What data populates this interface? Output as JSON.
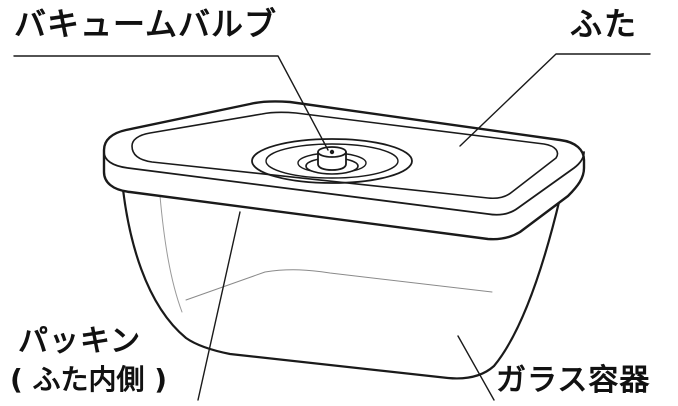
{
  "labels": {
    "vacuum_valve": "バキュームバルブ",
    "lid": "ふた",
    "gasket_line1": "パッキン",
    "gasket_line2": "( ふた内側 )",
    "glass_container": "ガラス容器"
  },
  "colors": {
    "line": "#1a1a1a",
    "text": "#111111",
    "background": "#ffffff"
  }
}
